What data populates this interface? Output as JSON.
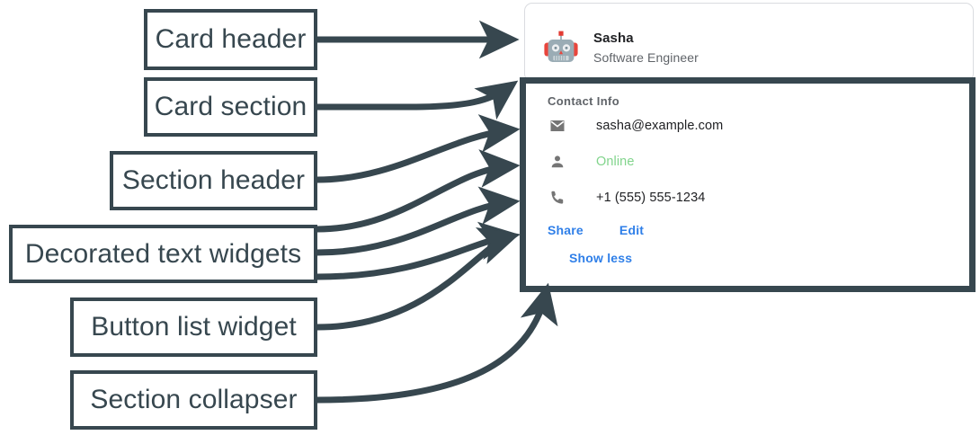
{
  "annotations": [
    {
      "id": "card-header",
      "label": "Card header"
    },
    {
      "id": "card-section",
      "label": "Card section"
    },
    {
      "id": "section-header",
      "label": "Section header"
    },
    {
      "id": "decorated-text-widgets",
      "label": "Decorated text widgets"
    },
    {
      "id": "button-list-widget",
      "label": "Button list widget"
    },
    {
      "id": "section-collapser",
      "label": "Section collapser"
    }
  ],
  "card": {
    "header": {
      "avatar_icon": "robot-avatar-icon",
      "title": "Sasha",
      "subtitle": "Software Engineer"
    },
    "section": {
      "header": "Contact Info",
      "rows": [
        {
          "icon": "email-icon",
          "text": "sasha@example.com",
          "style": "default"
        },
        {
          "icon": "person-icon",
          "text": "Online",
          "style": "status"
        },
        {
          "icon": "phone-icon",
          "text": "+1 (555) 555-1234",
          "style": "default"
        }
      ],
      "buttons": [
        {
          "id": "share",
          "label": "Share"
        },
        {
          "id": "edit",
          "label": "Edit"
        }
      ],
      "collapser": {
        "id": "show-less",
        "label": "Show less"
      }
    }
  },
  "colors": {
    "annotation": "#37474f",
    "link": "#2f7fe8",
    "status_online": "#81d48c",
    "icon_gray": "#757575",
    "text_primary": "#202124",
    "text_secondary": "#5f6368",
    "card_border": "#dadce0"
  }
}
